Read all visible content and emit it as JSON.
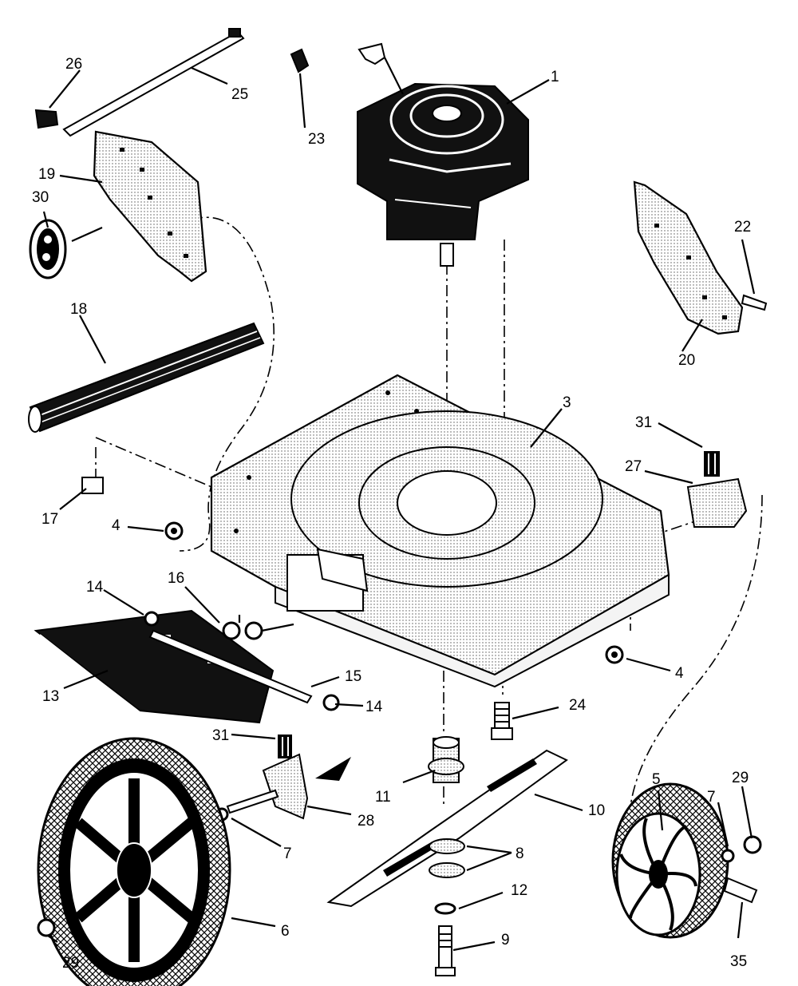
{
  "diagram": {
    "callouts": [
      "1",
      "3",
      "4",
      "4",
      "5",
      "6",
      "7",
      "7",
      "8",
      "9",
      "10",
      "11",
      "12",
      "13",
      "14",
      "14",
      "15",
      "16",
      "17",
      "18",
      "19",
      "20",
      "22",
      "23",
      "24",
      "25",
      "26",
      "27",
      "28",
      "29",
      "29",
      "30",
      "31",
      "31",
      "35"
    ]
  }
}
